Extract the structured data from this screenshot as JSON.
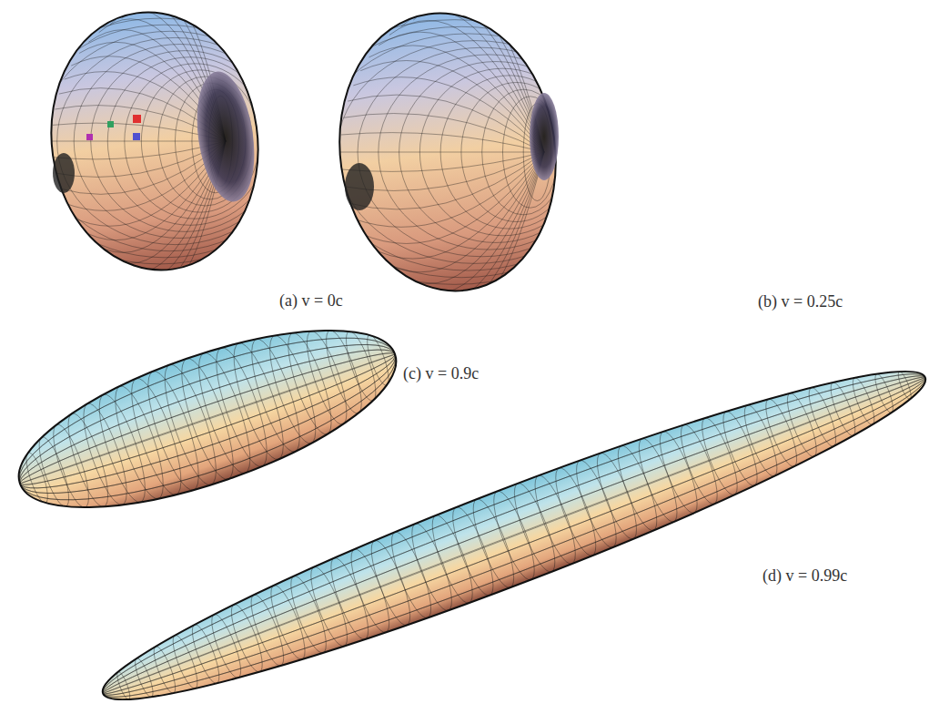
{
  "diagram": {
    "labels": [
      "(a) v = 0c",
      "(b) v = 0.25c",
      "(c) v = 0.9c",
      "(d) v = 0.99c"
    ]
  }
}
